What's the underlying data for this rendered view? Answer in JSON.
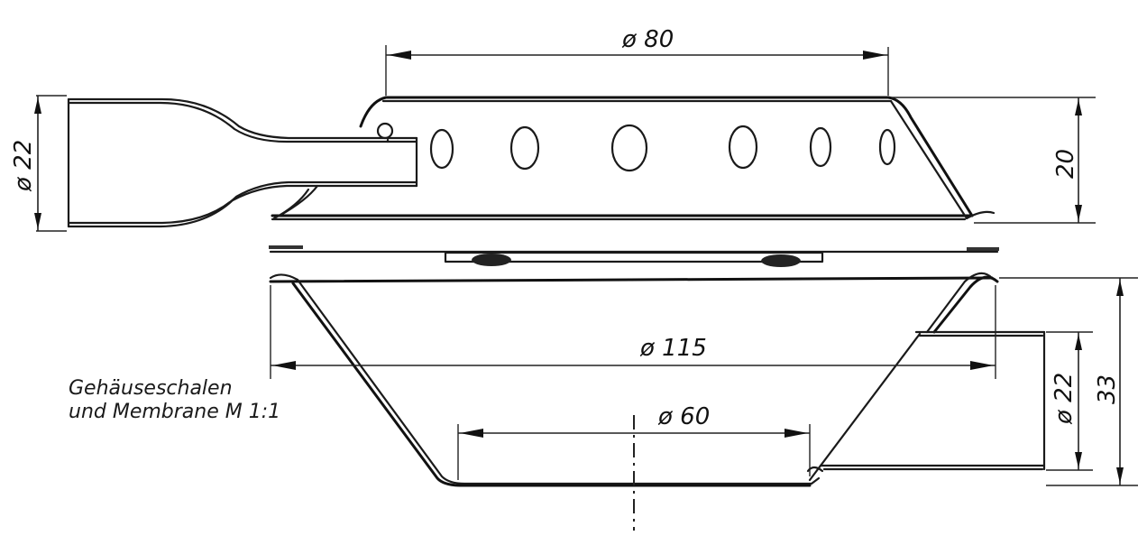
{
  "caption": {
    "line1": "Gehäuseschalen",
    "line2": "und Membrane M 1:1"
  },
  "dimensions": {
    "top_diameter": "ø 80",
    "top_height": "20",
    "top_pipe_diameter": "ø 22",
    "bottom_diameter": "ø 115",
    "bottom_inner_diameter": "ø 60",
    "bottom_pipe_diameter": "ø 22",
    "bottom_height": "33"
  }
}
